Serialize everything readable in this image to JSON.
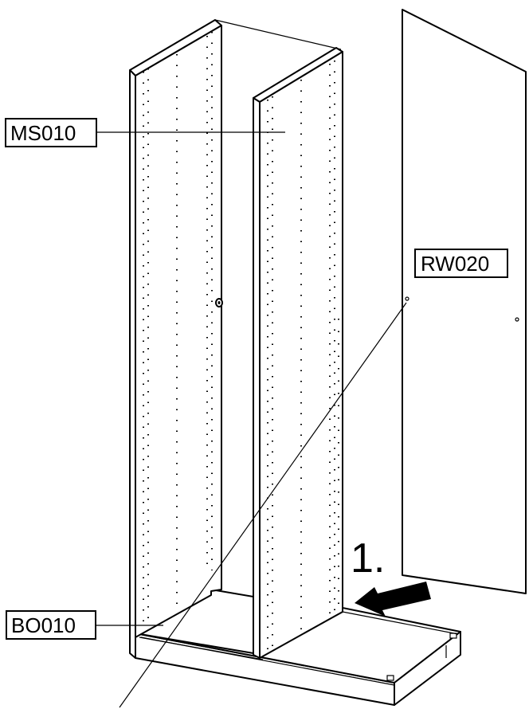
{
  "labels": {
    "ms": "MS010",
    "rw": "RW020",
    "bo": "BO010"
  },
  "step": "1.",
  "colors": {
    "line": "#000000",
    "background": "#ffffff"
  }
}
